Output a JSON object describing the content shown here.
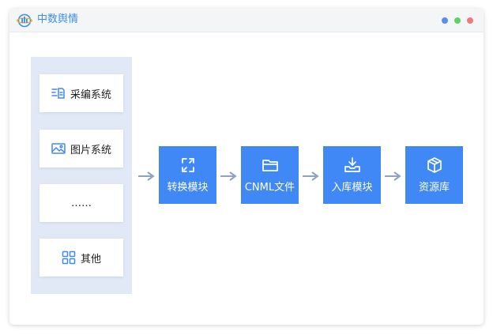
{
  "header": {
    "title": "中数舆情",
    "logo_icon": "logo-icon",
    "window_dots": [
      "#5b8def",
      "#5fd16a",
      "#f07a7a"
    ]
  },
  "sources": [
    {
      "label": "采编系统",
      "icon": "editing-system-icon"
    },
    {
      "label": "图片系统",
      "icon": "image-icon"
    },
    {
      "label": "……",
      "icon": ""
    },
    {
      "label": "其他",
      "icon": "grid-icon"
    }
  ],
  "pipeline": [
    {
      "label": "转换模块",
      "icon": "convert-icon"
    },
    {
      "label": "CNML文件",
      "icon": "folder-icon"
    },
    {
      "label": "入库模块",
      "icon": "inbox-download-icon"
    },
    {
      "label": "资源库",
      "icon": "package-box-icon"
    }
  ],
  "colors": {
    "accent": "#3f88f5",
    "source_panel": "#e1e8f6",
    "arrow": "#8fa3c0"
  }
}
